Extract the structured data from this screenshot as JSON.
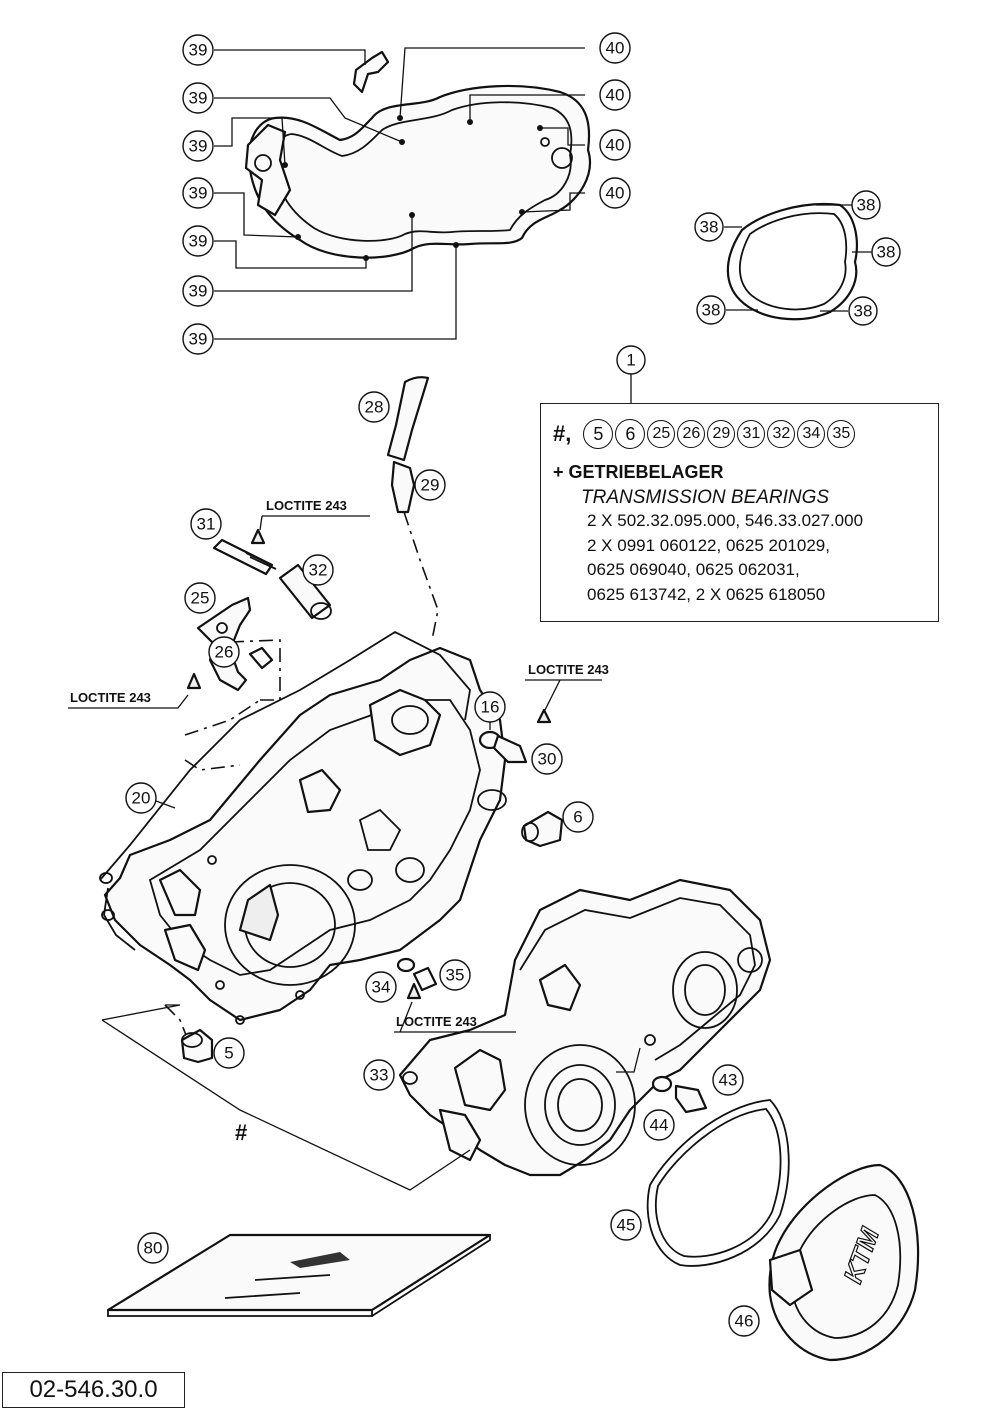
{
  "callouts": {
    "gasket_left": [
      "39",
      "39",
      "39",
      "39",
      "39",
      "39",
      "39"
    ],
    "gasket_right": [
      "40",
      "40",
      "40",
      "40"
    ],
    "ign_gasket": [
      "38",
      "38",
      "38",
      "38",
      "38"
    ],
    "c1": "1",
    "c28": "28",
    "c29": "29",
    "c31": "31",
    "c32": "32",
    "c25": "25",
    "c26": "26",
    "c16": "16",
    "c30": "30",
    "c6": "6",
    "c20": "20",
    "c34": "34",
    "c35": "35",
    "c5": "5",
    "c33": "33",
    "c43": "43",
    "c44": "44",
    "c45": "45",
    "c46": "46",
    "c80": "80"
  },
  "labels": {
    "loctite_a": "LOCTITE 243",
    "loctite_b": "LOCTITE 243",
    "loctite_c": "LOCTITE 243",
    "loctite_d": "LOCTITE 243",
    "hash": "#"
  },
  "info_box": {
    "hash_label": "#,",
    "items": [
      "5",
      "6",
      "25",
      "26",
      "29",
      "31",
      "32",
      "34",
      "35"
    ],
    "title_de": "+ GETRIEBELAGER",
    "title_en": "TRANSMISSION BEARINGS",
    "part_numbers": [
      "2 X 502.32.095.000, 546.33.027.000",
      "2 X 0991 060122, 0625 201029,",
      "0625 069040, 0625 062031,",
      "0625 613742, 2 X 0625 618050"
    ]
  },
  "document_number": "02-546.30.0"
}
